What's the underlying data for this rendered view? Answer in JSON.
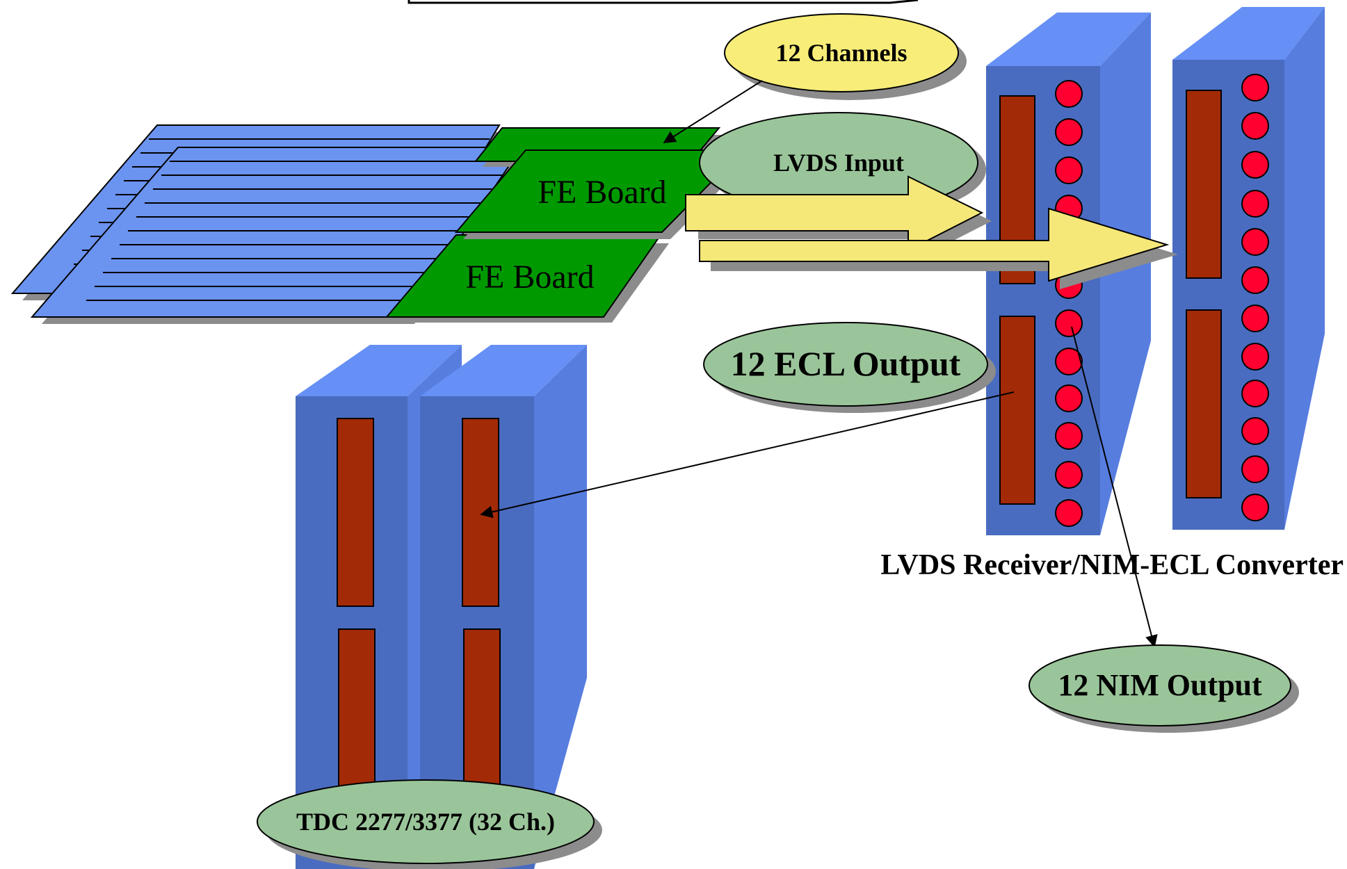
{
  "labels": {
    "channels": "12 Channels",
    "lvds_input": "LVDS Input",
    "fe_board_top": "FE Board",
    "fe_board_bottom": "FE Board",
    "ecl_output": "12 ECL Output",
    "converter_caption": "LVDS Receiver/NIM-ECL Converter",
    "nim_output": "12 NIM Output",
    "tdc": "TDC 2277/3377 (32 Ch.)"
  },
  "colors": {
    "module_front": "#4a6cc0",
    "module_side": "#577ddf",
    "module_top": "#6690f5",
    "connector": "#a32a07",
    "led": "#ff0030",
    "fe_board": "#009a00",
    "scintillator": "#6b93f0",
    "arrow_fill": "#f6e878",
    "callout_yellow": "#f7ed78",
    "callout_green": "#9ac59a",
    "shadow": "#8c8c8c"
  },
  "icons": {
    "module": "nim-module-icon",
    "led": "led-indicator-icon",
    "board": "fe-board-icon"
  }
}
